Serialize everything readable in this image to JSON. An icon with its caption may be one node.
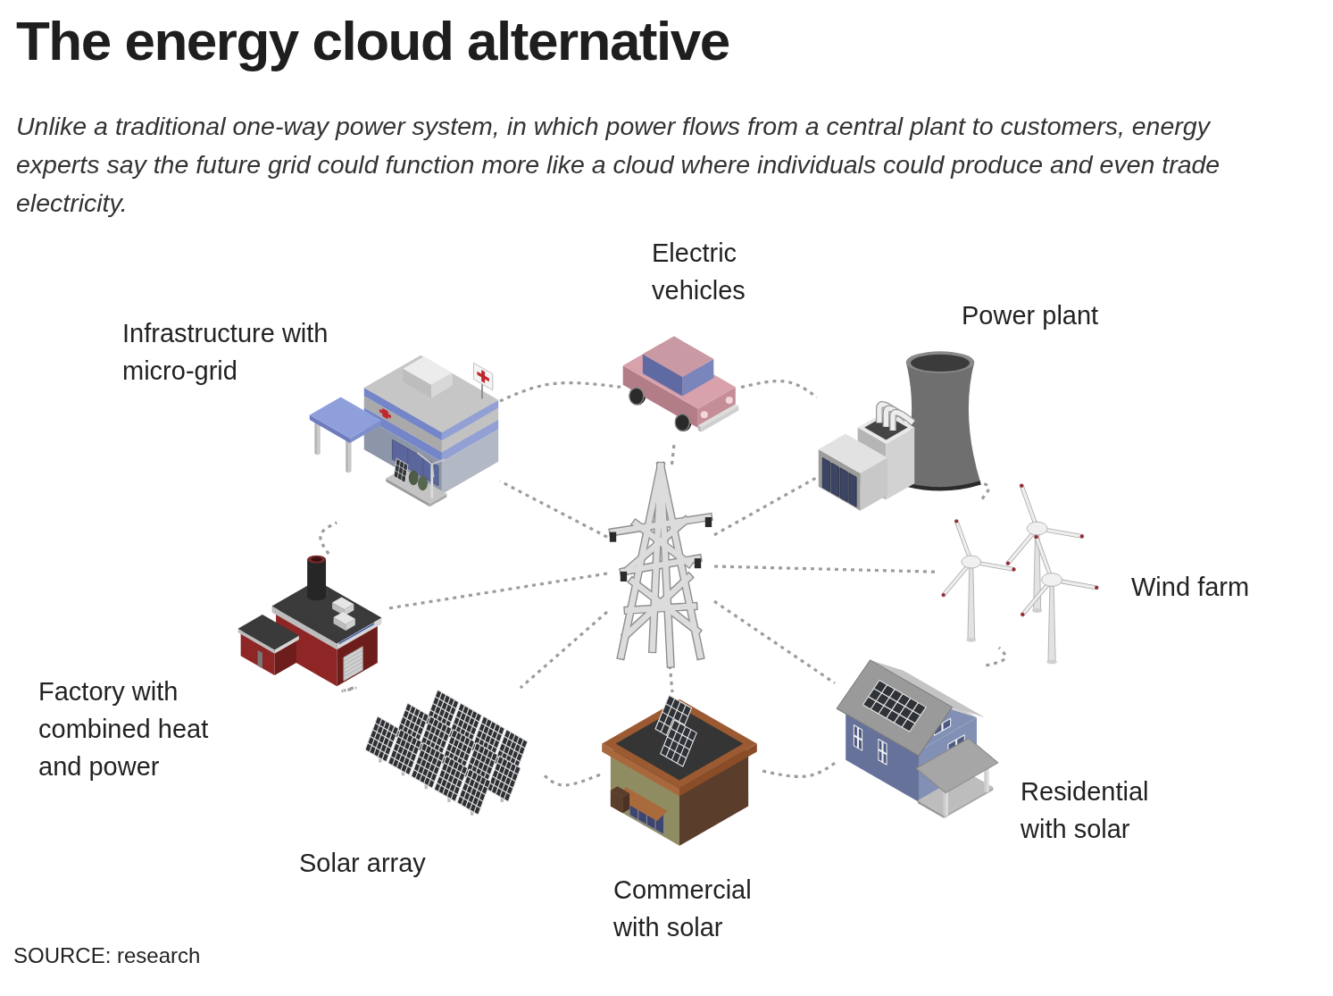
{
  "diagram": {
    "title": "The energy cloud alternative",
    "caption": "Unlike a traditional one-way power system, in which power flows from a central plant to customers, energy experts say the future grid could function more like a cloud where individuals could produce and even trade electricity.",
    "nodes": [
      {
        "text": [
          "Infrastructure with micro-grid"
        ]
      },
      {
        "text": [
          "Electric vehicles"
        ]
      },
      {
        "text": [
          "Power plant"
        ]
      },
      {
        "text": [
          "Wind farm"
        ]
      },
      {
        "text": [
          "Residential with solar"
        ]
      },
      {
        "text": [
          "Commercial with solar"
        ]
      },
      {
        "text": [
          "Solar array"
        ]
      },
      {
        "text": [
          "Factory with combined heat and power"
        ]
      },
      {
        "text": [],
        "shape": "picture"
      }
    ],
    "edges": [
      {
        "from": 0,
        "to": 1,
        "arrow": "none",
        "style": "dashed"
      },
      {
        "from": 1,
        "to": 2,
        "arrow": "none",
        "style": "dashed"
      },
      {
        "from": 2,
        "to": 3,
        "arrow": "none",
        "style": "dashed"
      },
      {
        "from": 3,
        "to": 4,
        "arrow": "none",
        "style": "dashed"
      },
      {
        "from": 4,
        "to": 5,
        "arrow": "none",
        "style": "dashed"
      },
      {
        "from": 5,
        "to": 6,
        "arrow": "none",
        "style": "dashed"
      },
      {
        "from": 6,
        "to": 7,
        "arrow": "none",
        "style": "dashed"
      },
      {
        "from": 7,
        "to": 0,
        "arrow": "none",
        "style": "dashed"
      },
      {
        "from": 8,
        "to": 0,
        "arrow": "none",
        "style": "dashed"
      },
      {
        "from": 8,
        "to": 1,
        "arrow": "none",
        "style": "dashed"
      },
      {
        "from": 8,
        "to": 2,
        "arrow": "none",
        "style": "dashed"
      },
      {
        "from": 8,
        "to": 3,
        "arrow": "none",
        "style": "dashed"
      },
      {
        "from": 8,
        "to": 4,
        "arrow": "none",
        "style": "dashed"
      },
      {
        "from": 8,
        "to": 5,
        "arrow": "none",
        "style": "dashed"
      },
      {
        "from": 8,
        "to": 6,
        "arrow": "none",
        "style": "dashed"
      },
      {
        "from": 8,
        "to": 7,
        "arrow": "none",
        "style": "dashed"
      }
    ],
    "labels": [
      "SOURCE: research"
    ]
  }
}
